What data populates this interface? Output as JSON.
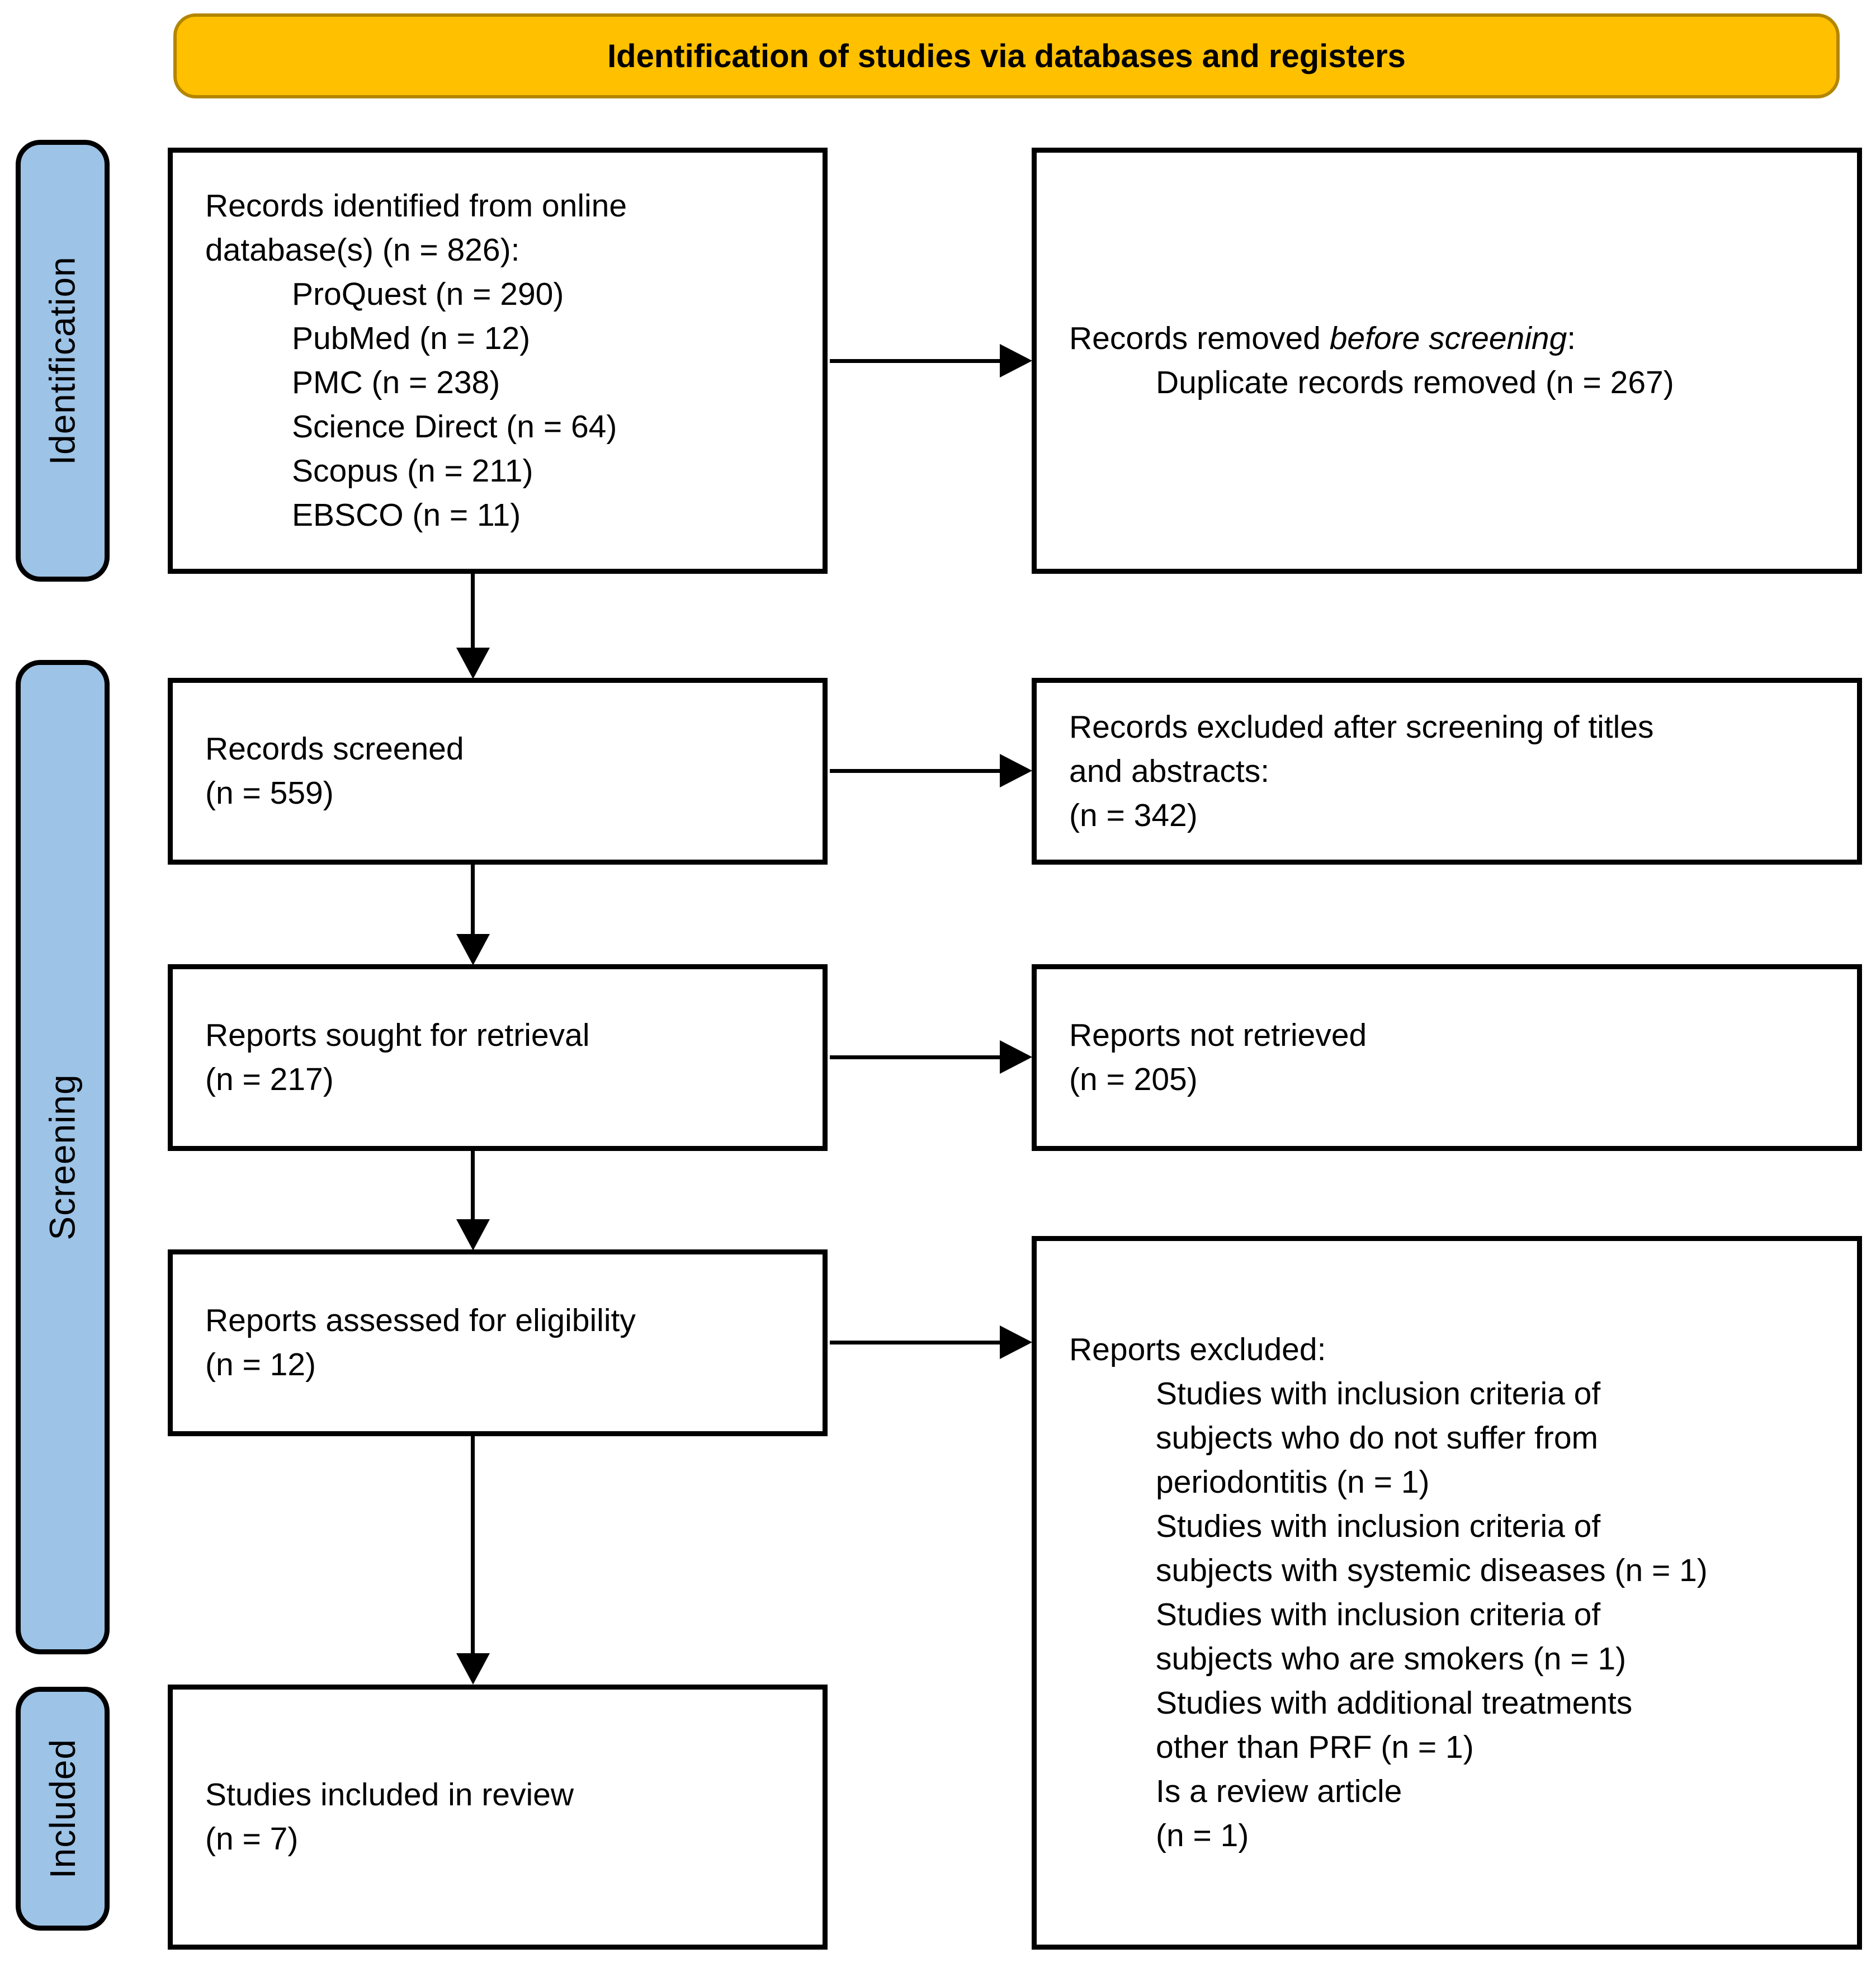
{
  "banner": {
    "label": "Identification of studies via databases and registers"
  },
  "stages": {
    "identification": "Identification",
    "screening": "Screening",
    "included": "Included"
  },
  "colors": {
    "banner_fill": "#FFC000",
    "banner_border": "#B38600",
    "stage_fill": "#9DC3E6",
    "box_border": "#000000",
    "background": "#FFFFFF"
  },
  "flow": {
    "records_identified": {
      "lines": [
        "Records identified from online",
        "database(s) (n = 826):"
      ],
      "items": [
        "ProQuest (n = 290)",
        "PubMed (n = 12)",
        "PMC (n = 238)",
        "Science Direct (n = 64)",
        "Scopus (n = 211)",
        "EBSCO (n = 11)"
      ]
    },
    "records_screened": {
      "line1": "Records screened",
      "line2": "(n = 559)"
    },
    "reports_sought": {
      "line1": "Reports sought for retrieval",
      "line2": "(n = 217)"
    },
    "reports_assessed": {
      "line1": "Reports assessed for eligibility",
      "line2": "(n = 12)"
    },
    "studies_included": {
      "line1": "Studies included in review",
      "line2": "(n = 7)"
    }
  },
  "exclusions": {
    "records_removed": {
      "prefix": "Records removed ",
      "emphasis": "before screening",
      "suffix": ":",
      "detail": "Duplicate records removed (n = 267)"
    },
    "records_excluded": {
      "lines": [
        "Records excluded after screening of titles",
        "and abstracts:",
        "(n = 342)"
      ]
    },
    "reports_not_retrieved": {
      "line1": "Reports not retrieved",
      "line2": "(n = 205)"
    },
    "reports_excluded": {
      "title": "Reports excluded:",
      "items": [
        "Studies with inclusion criteria of",
        "subjects who do not suffer from",
        "periodontitis (n = 1)",
        "Studies with inclusion criteria of",
        "subjects with systemic diseases (n = 1)",
        "Studies with inclusion criteria of",
        "subjects who are smokers (n = 1)",
        "Studies with additional treatments",
        "other than PRF (n = 1)",
        "Is a review article",
        "(n = 1)"
      ]
    }
  }
}
